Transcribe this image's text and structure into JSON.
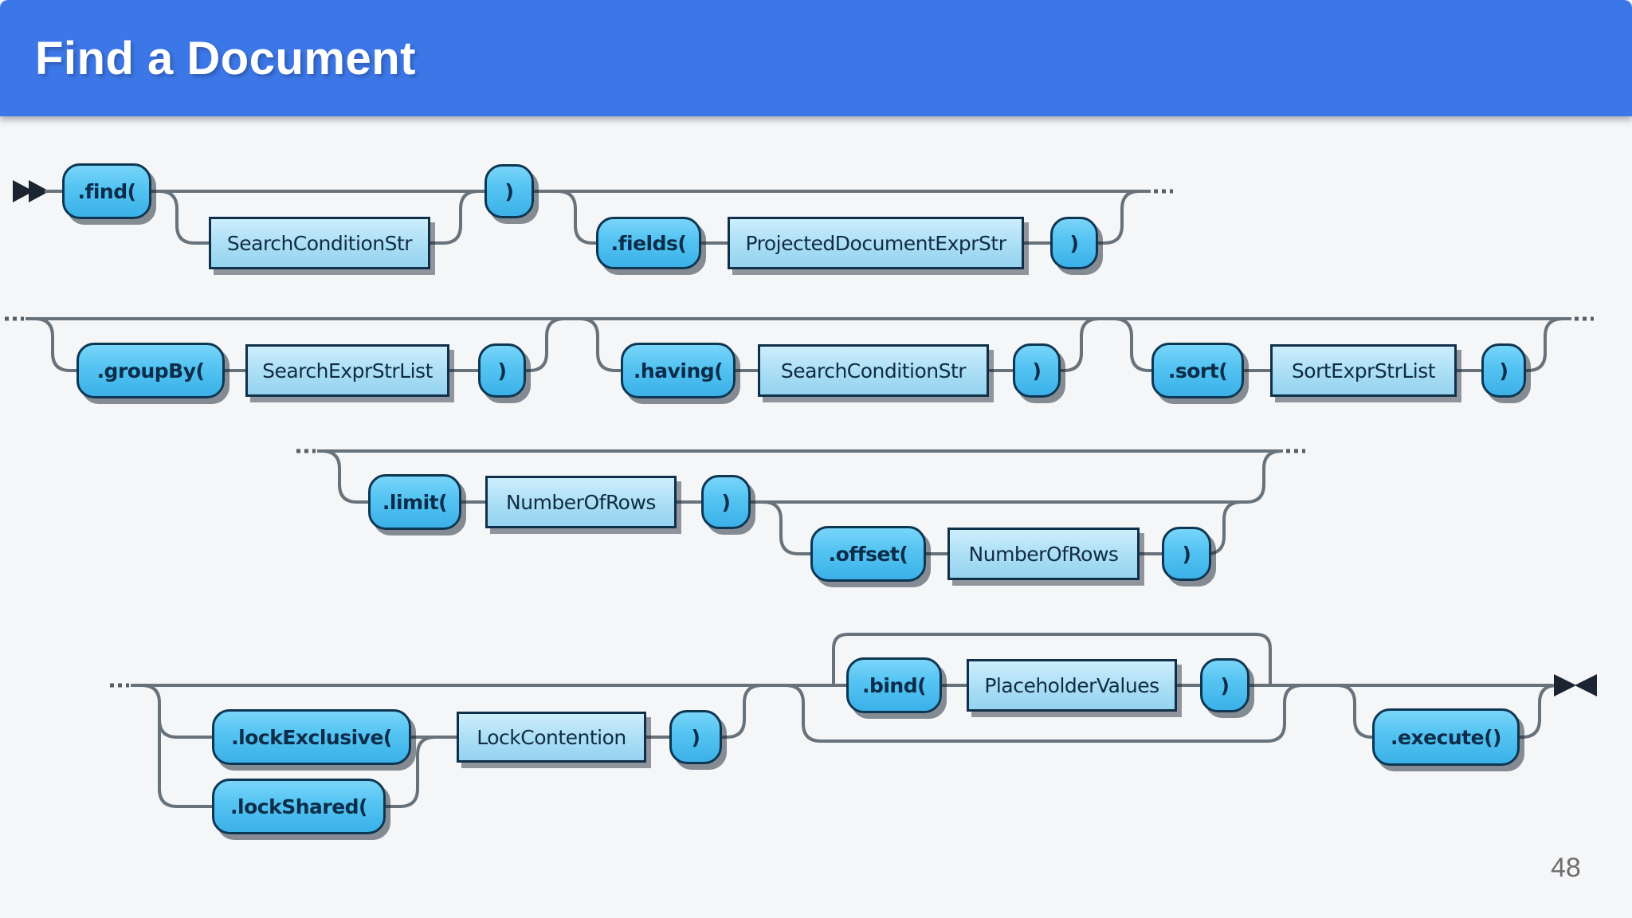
{
  "slide": {
    "title": "Find a Document",
    "page_number": "48",
    "colors": {
      "header_blue": "#3c77e7",
      "background": "#f5f6f8",
      "rail_gray": "#68727b",
      "marker_dark": "#1b2430",
      "terminal_fill": "#55c4f2",
      "nonterminal_fill": "#aadef5",
      "page_number_gray": "#6e6e6e"
    }
  },
  "diagram": {
    "type": "railroad-syntax-diagram",
    "nodes": {
      "find": ".find(",
      "search_condition_str": "SearchConditionStr",
      "close_paren": ")",
      "fields": ".fields(",
      "projected_document_expr_str": "ProjectedDocumentExprStr",
      "group_by": ".groupBy(",
      "search_expr_str_list": "SearchExprStrList",
      "having": ".having(",
      "sort": ".sort(",
      "sort_expr_str_list": "SortExprStrList",
      "limit": ".limit(",
      "number_of_rows": "NumberOfRows",
      "offset": ".offset(",
      "bind": ".bind(",
      "placeholder_values": "PlaceholderValues",
      "lock_exclusive": ".lockExclusive(",
      "lock_shared": ".lockShared(",
      "lock_contention": "LockContention",
      "execute": ".execute()"
    }
  }
}
